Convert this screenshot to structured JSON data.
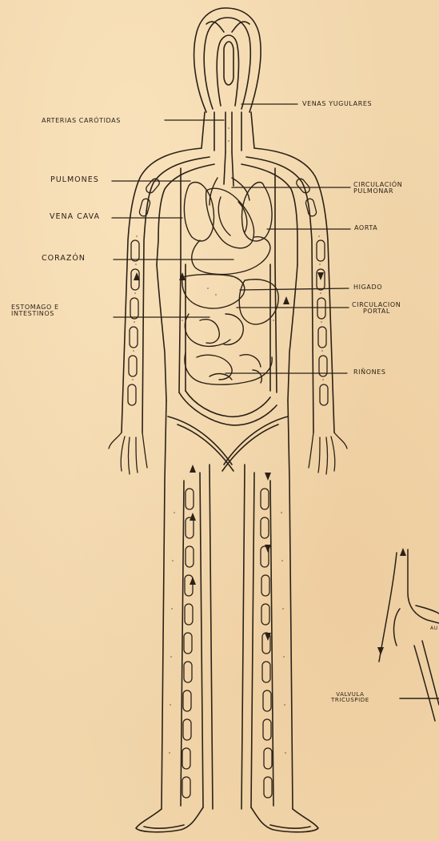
{
  "labels": {
    "arterias_carotidas": "ARTERIAS CARÓTIDAS",
    "venas_yugulares": "VENAS YUGULARES",
    "pulmones": "PULMONES",
    "circulacion_pulmonar_1": "CIRCULACIÓN",
    "circulacion_pulmonar_2": "PULMONAR",
    "vena_cava": "VENA CAVA",
    "aorta": "AORTA",
    "corazon": "CORAZÓN",
    "higado": "HIGADO",
    "estomago_1": "ESTOMAGO E",
    "estomago_2": "INTESTINOS",
    "circulacion_portal_1": "CIRCULACION",
    "circulacion_portal_2": "PORTAL",
    "rinones": "RIÑONES",
    "valvula_1": "VALVULA",
    "valvula_2": "TRICUSPIDE",
    "heart_partial": "AU"
  },
  "colors": {
    "ink": "#2b2116",
    "paper": "#f1d6ab"
  }
}
